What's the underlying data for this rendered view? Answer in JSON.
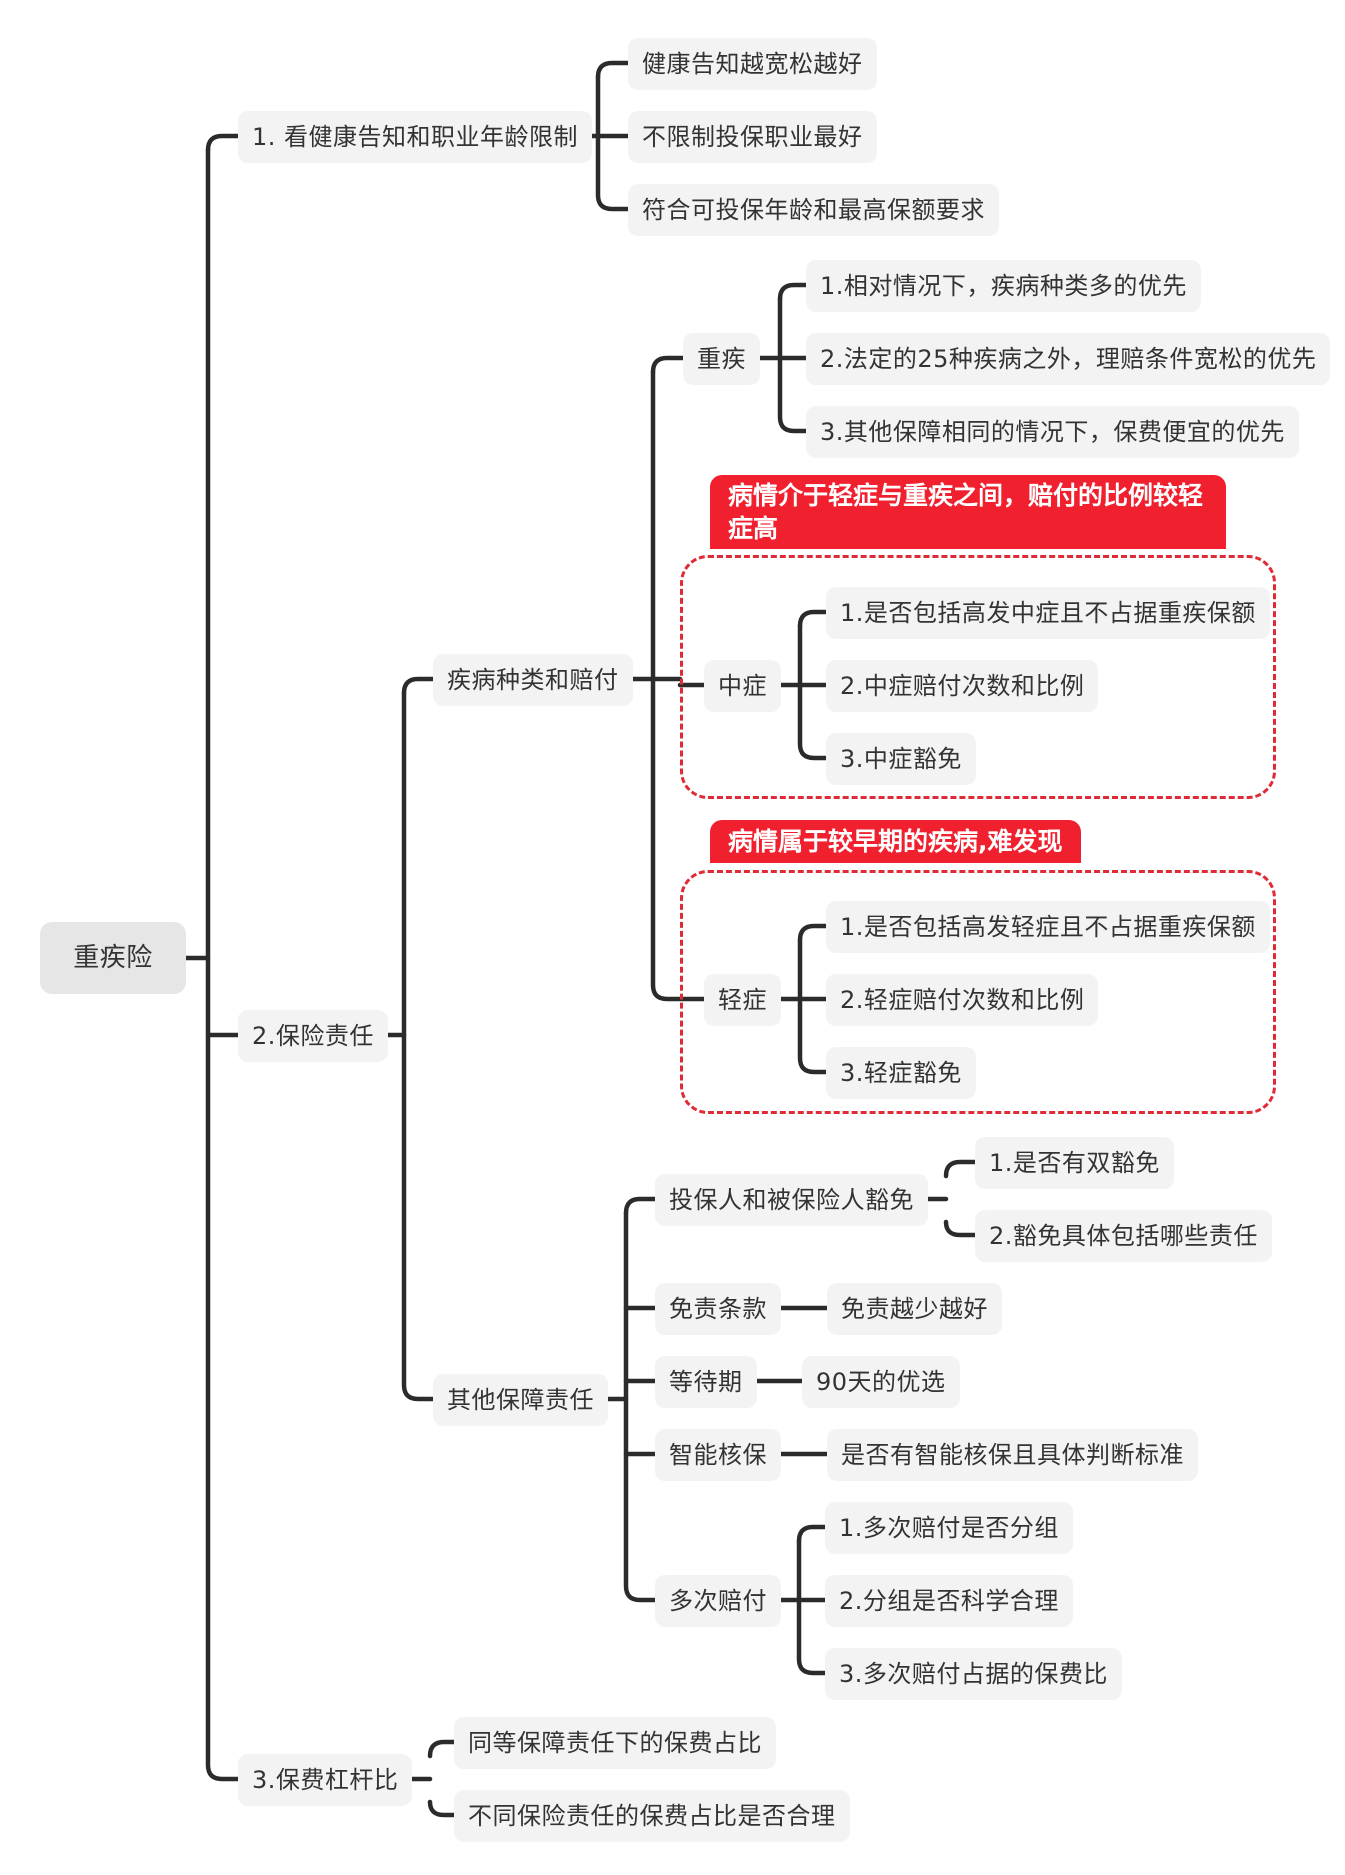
{
  "root": "重疾险",
  "branches": {
    "b1": {
      "label": "1. 看健康告知和职业年龄限制",
      "items": [
        "健康告知越宽松越好",
        "不限制投保职业最好",
        "符合可投保年龄和最高保额要求"
      ]
    },
    "b2": {
      "label": "2.保险责任",
      "disease": {
        "label": "疾病种类和赔付",
        "zhongji": {
          "label": "重疾",
          "items": [
            "1.相对情况下，疾病种类多的优先",
            "2.法定的25种疾病之外，理赔条件宽松的优先",
            "3.其他保障相同的情况下，保费便宜的优先"
          ]
        },
        "zhongzheng": {
          "label": "中症",
          "tag": "病情介于轻症与重疾之间，赔付的比例较轻症高",
          "items": [
            "1.是否包括高发中症且不占据重疾保额",
            "2.中症赔付次数和比例",
            "3.中症豁免"
          ]
        },
        "qingzheng": {
          "label": "轻症",
          "tag": "病情属于较早期的疾病,难发现",
          "items": [
            "1.是否包括高发轻症且不占据重疾保额",
            "2.轻症赔付次数和比例",
            "3.轻症豁免"
          ]
        }
      },
      "other": {
        "label": "其他保障责任",
        "waiver": {
          "label": "投保人和被保险人豁免",
          "items": [
            "1.是否有双豁免",
            "2.豁免具体包括哪些责任"
          ]
        },
        "exclusion": {
          "label": "免责条款",
          "item": "免责越少越好"
        },
        "waiting": {
          "label": "等待期",
          "item": "90天的优选"
        },
        "smart": {
          "label": "智能核保",
          "item": "是否有智能核保且具体判断标准"
        },
        "multi": {
          "label": "多次赔付",
          "items": [
            "1.多次赔付是否分组",
            "2.分组是否科学合理",
            "3.多次赔付占据的保费比"
          ]
        }
      }
    },
    "b3": {
      "label": "3.保费杠杆比",
      "items": [
        "同等保障责任下的保费占比",
        "不同保险责任的保费占比是否合理"
      ]
    }
  }
}
